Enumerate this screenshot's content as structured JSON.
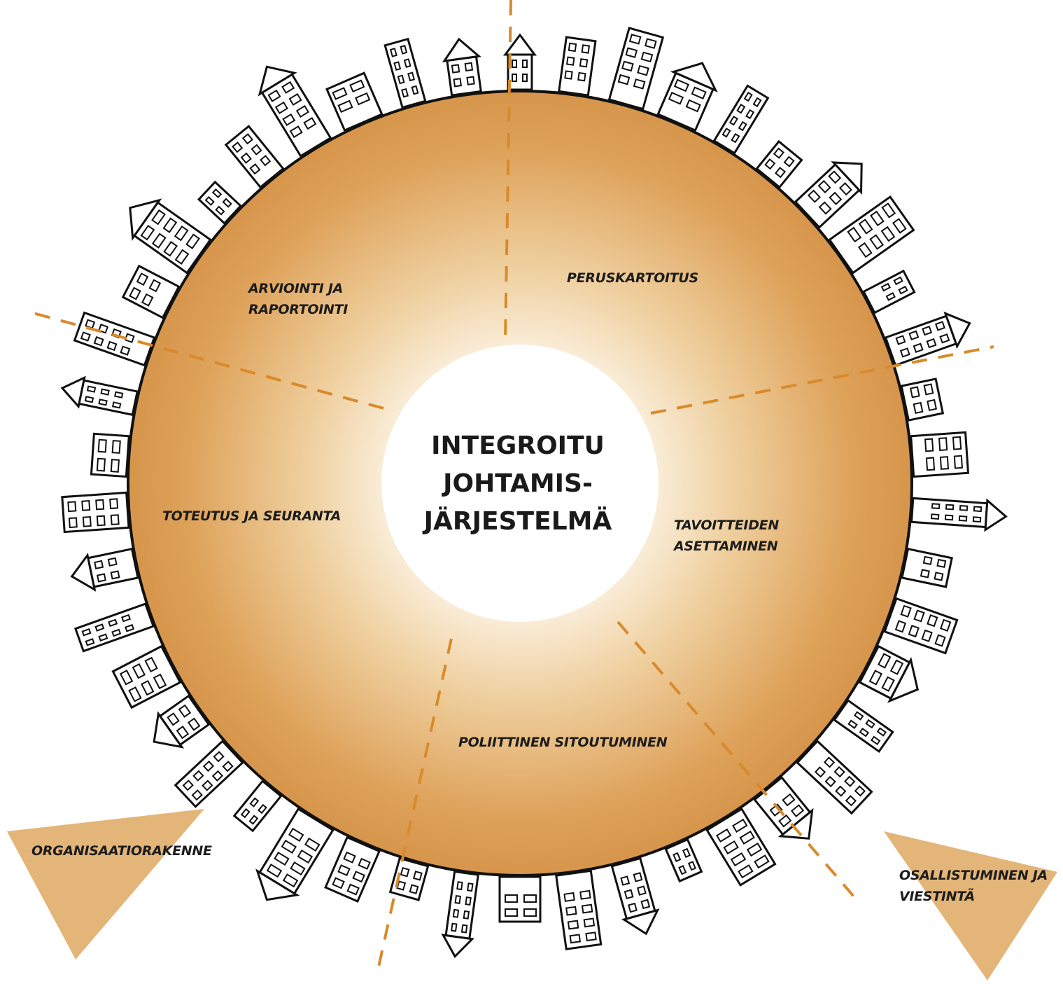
{
  "center": {
    "title": "INTEGROITU\nJOHTAMIS-\nJÄRJESTELMÄ"
  },
  "segments": [
    {
      "id": "peruskartoitus",
      "label": "PERUSKARTOITUS"
    },
    {
      "id": "tavoitteiden-asettaminen",
      "label": "TAVOITTEIDEN\nASETTAMINEN"
    },
    {
      "id": "poliittinen-sitoutuminen",
      "label": "POLIITTINEN SITOUTUMINEN"
    },
    {
      "id": "toteutus-ja-seuranta",
      "label": "TOTEUTUS JA SEURANTA"
    },
    {
      "id": "arviointi-ja-raportointi",
      "label": "ARVIOINTI JA\nRAPORTOINTI"
    }
  ],
  "corners": {
    "left": "ORGANISAATIORAKENNE",
    "right": "OSALLISTUMINEN JA\nVIESTINTÄ"
  },
  "colors": {
    "ring_outer": "#d99a4e",
    "ring_inner": "#f7e7cc",
    "dash": "#d98a2b",
    "triangle": "#e3b579",
    "ink": "#111111"
  }
}
